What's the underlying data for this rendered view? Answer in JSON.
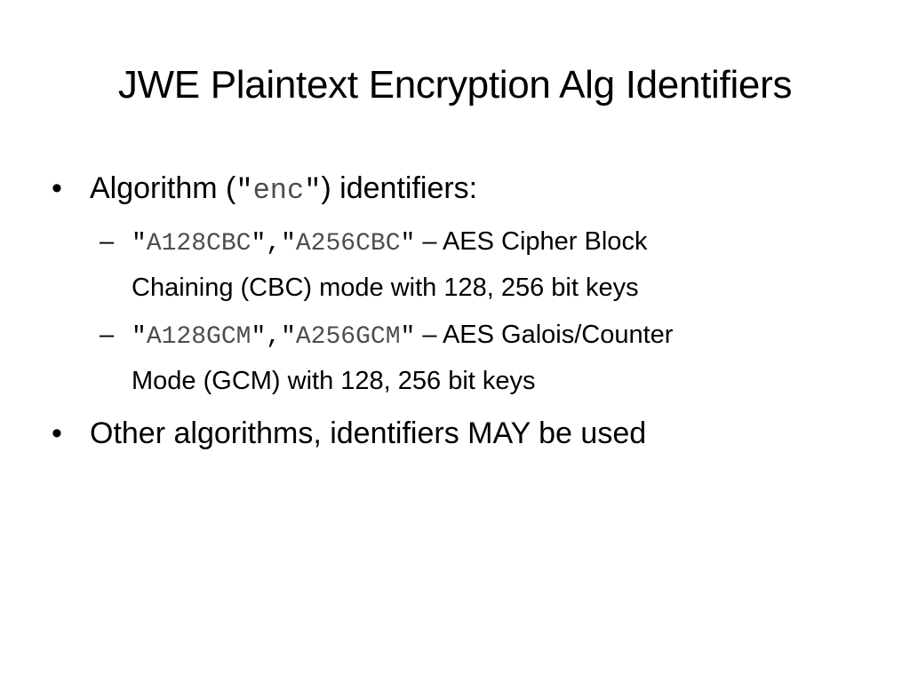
{
  "slide": {
    "title": "JWE Plaintext Encryption Alg Identifiers",
    "bullet_symbol": "•",
    "dash_symbol": "–",
    "quote_mark": "\"",
    "comma": ",",
    "bullets": [
      {
        "before": "Algorithm (",
        "code": "enc",
        "after": ") identifiers:"
      },
      {
        "text": "Other algorithms, identifiers MAY be used"
      }
    ],
    "sub_bullets": [
      {
        "code_1": "A128CBC",
        "code_2": "A256CBC",
        "desc_line_1": " – AES Cipher Block",
        "desc_line_2": "Chaining (CBC) mode with 128, 256 bit keys"
      },
      {
        "code_1": "A128GCM",
        "code_2": "A256GCM",
        "desc_line_1": " – AES Galois/Counter",
        "desc_line_2": "Mode (GCM) with 128, 256 bit keys"
      }
    ]
  }
}
